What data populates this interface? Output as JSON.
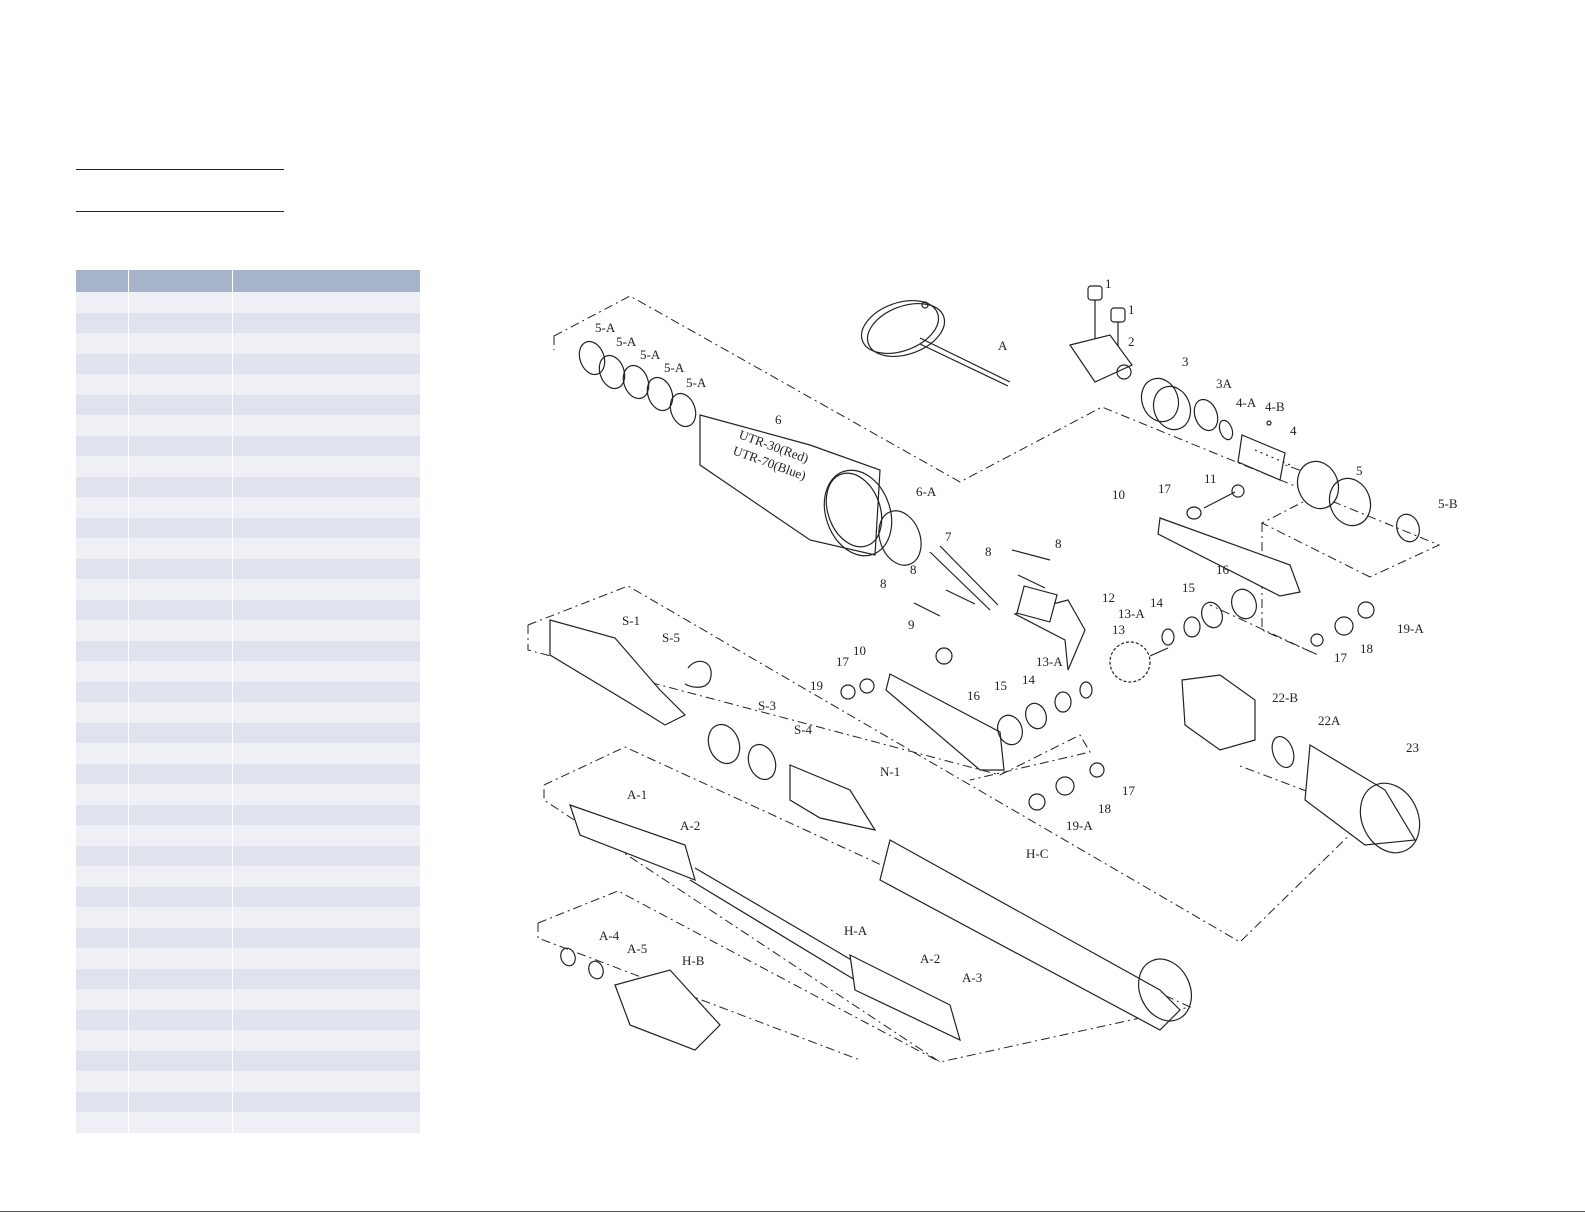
{
  "table": {
    "columns": [
      "",
      "",
      ""
    ],
    "row_count": 41
  },
  "diagram": {
    "model_label_1": "UTR-30(Red)",
    "model_label_2": "UTR-70(Blue)",
    "labels": [
      {
        "key": "A",
        "text": "A"
      },
      {
        "key": "1a",
        "text": "1"
      },
      {
        "key": "1b",
        "text": "1"
      },
      {
        "key": "2",
        "text": "2"
      },
      {
        "key": "3",
        "text": "3"
      },
      {
        "key": "3A",
        "text": "3A"
      },
      {
        "key": "4-A",
        "text": "4-A"
      },
      {
        "key": "4-B",
        "text": "4-B"
      },
      {
        "key": "4",
        "text": "4"
      },
      {
        "key": "5",
        "text": "5"
      },
      {
        "key": "5-B",
        "text": "5-B"
      },
      {
        "key": "5-A1",
        "text": "5-A"
      },
      {
        "key": "5-A2",
        "text": "5-A"
      },
      {
        "key": "5-A3",
        "text": "5-A"
      },
      {
        "key": "5-A4",
        "text": "5-A"
      },
      {
        "key": "5-A5",
        "text": "5-A"
      },
      {
        "key": "6",
        "text": "6"
      },
      {
        "key": "6-A",
        "text": "6-A"
      },
      {
        "key": "7",
        "text": "7"
      },
      {
        "key": "8a",
        "text": "8"
      },
      {
        "key": "8b",
        "text": "8"
      },
      {
        "key": "8c",
        "text": "8"
      },
      {
        "key": "8d",
        "text": "8"
      },
      {
        "key": "9",
        "text": "9"
      },
      {
        "key": "10a",
        "text": "10"
      },
      {
        "key": "10b",
        "text": "10"
      },
      {
        "key": "11",
        "text": "11"
      },
      {
        "key": "12",
        "text": "12"
      },
      {
        "key": "13",
        "text": "13"
      },
      {
        "key": "13-Aa",
        "text": "13-A"
      },
      {
        "key": "13-Ab",
        "text": "13-A"
      },
      {
        "key": "14a",
        "text": "14"
      },
      {
        "key": "14b",
        "text": "14"
      },
      {
        "key": "15a",
        "text": "15"
      },
      {
        "key": "15b",
        "text": "15"
      },
      {
        "key": "16a",
        "text": "16"
      },
      {
        "key": "16b",
        "text": "16"
      },
      {
        "key": "17a",
        "text": "17"
      },
      {
        "key": "17b",
        "text": "17"
      },
      {
        "key": "17c",
        "text": "17"
      },
      {
        "key": "17d",
        "text": "17"
      },
      {
        "key": "18a",
        "text": "18"
      },
      {
        "key": "18b",
        "text": "18"
      },
      {
        "key": "19",
        "text": "19"
      },
      {
        "key": "19-Aa",
        "text": "19-A"
      },
      {
        "key": "19-Ab",
        "text": "19-A"
      },
      {
        "key": "22-B",
        "text": "22-B"
      },
      {
        "key": "22A",
        "text": "22A"
      },
      {
        "key": "23",
        "text": "23"
      },
      {
        "key": "S-1",
        "text": "S-1"
      },
      {
        "key": "S-5",
        "text": "S-5"
      },
      {
        "key": "S-3",
        "text": "S-3"
      },
      {
        "key": "S-4",
        "text": "S-4"
      },
      {
        "key": "N-1",
        "text": "N-1"
      },
      {
        "key": "H-C",
        "text": "H-C"
      },
      {
        "key": "A-1",
        "text": "A-1"
      },
      {
        "key": "A-2a",
        "text": "A-2"
      },
      {
        "key": "A-2b",
        "text": "A-2"
      },
      {
        "key": "A-3",
        "text": "A-3"
      },
      {
        "key": "H-A",
        "text": "H-A"
      },
      {
        "key": "A-4",
        "text": "A-4"
      },
      {
        "key": "A-5",
        "text": "A-5"
      },
      {
        "key": "H-B",
        "text": "H-B"
      }
    ]
  }
}
